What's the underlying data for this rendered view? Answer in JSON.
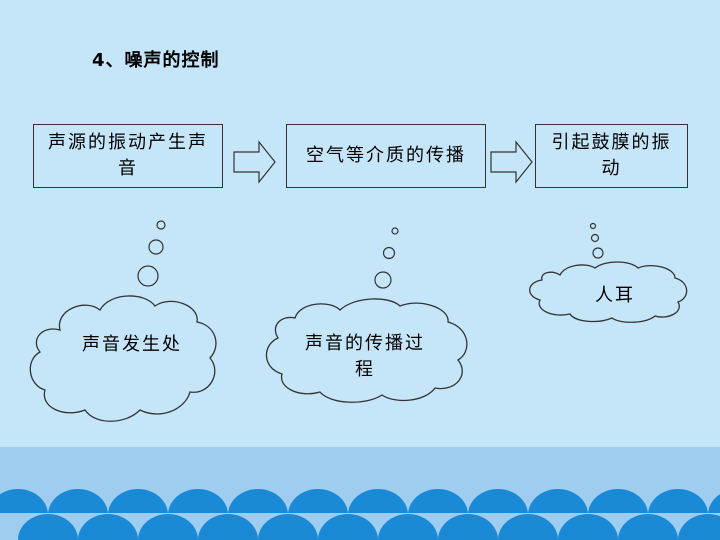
{
  "title": "4、噪声的控制",
  "flow": {
    "box1": "声源的振动产生声音",
    "box2": "空气等介质的传播",
    "box3": "引起鼓膜的振动"
  },
  "clouds": {
    "cloud1": "声音发生处",
    "cloud2": "声音的传播过程",
    "cloud3": "人耳"
  },
  "colors": {
    "background": "#c5e6f9",
    "band": "#9fcdf0",
    "waves": "#1d8fd8"
  }
}
